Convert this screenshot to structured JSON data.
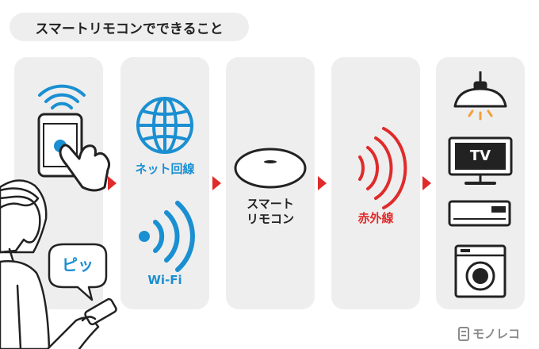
{
  "title": "スマートリモコンでできること",
  "balloon": "ピッ",
  "labels": {
    "net": "ネット回線",
    "wifi": "Wi-Fi",
    "remote": "スマート\nリモコン",
    "ir": "赤外線",
    "tv": "TV"
  },
  "logo": "モノレコ",
  "colors": {
    "blue": "#1a8fd1",
    "red": "#e02b2b",
    "dark": "#222222",
    "panel": "#eeeeee",
    "lamp": "#f2a03d"
  },
  "icons": [
    "wifi-signal-icon",
    "smartphone-icon",
    "hand-icon",
    "globe-icon",
    "wifi-icon",
    "smart-remote-icon",
    "infrared-icon",
    "ceiling-lamp-icon",
    "tv-icon",
    "air-conditioner-icon",
    "washing-machine-icon"
  ]
}
